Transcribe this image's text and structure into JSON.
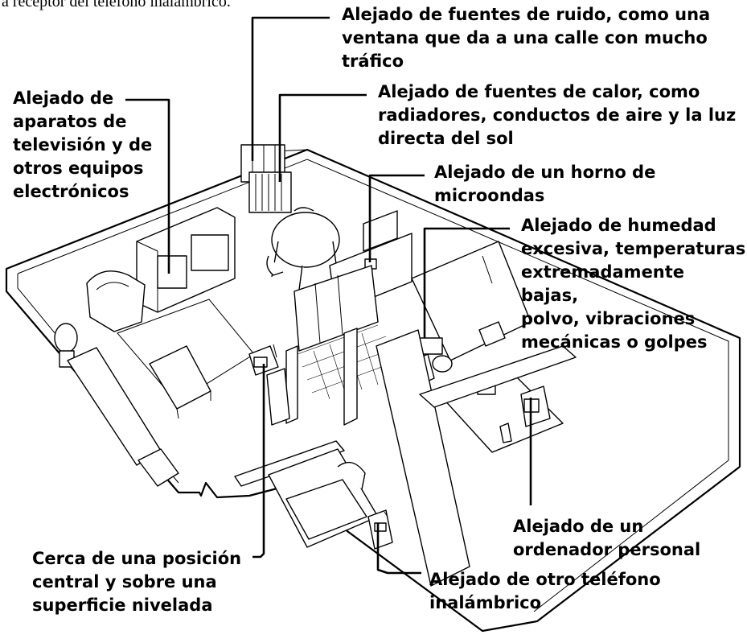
{
  "top_text": "a receptor del teléfono inalámbrico.",
  "callouts": {
    "noise": "Alejado de fuentes de ruido, como una\nventana que da a una calle con mucho\ntráfico",
    "tv": "Alejado de\naparatos de\ntelevisión y de\notros equipos\nelectrónicos",
    "heat": "Alejado de fuentes de calor, como\nradiadores, conductos de aire y la luz\ndirecta del sol",
    "microwave": "Alejado de un horno de\nmicroondas",
    "humidity": "Alejado de humedad\nexcesiva, temperaturas\nextremadamente bajas,\npolvo, vibraciones\nmecánicas o golpes",
    "computer": "Alejado de un\nordenador personal",
    "central": "Cerca de una posición\ncentral y sobre una\nsuperficie nivelada",
    "other_phone": "Alejado de otro teléfono\ninalámbrico"
  }
}
